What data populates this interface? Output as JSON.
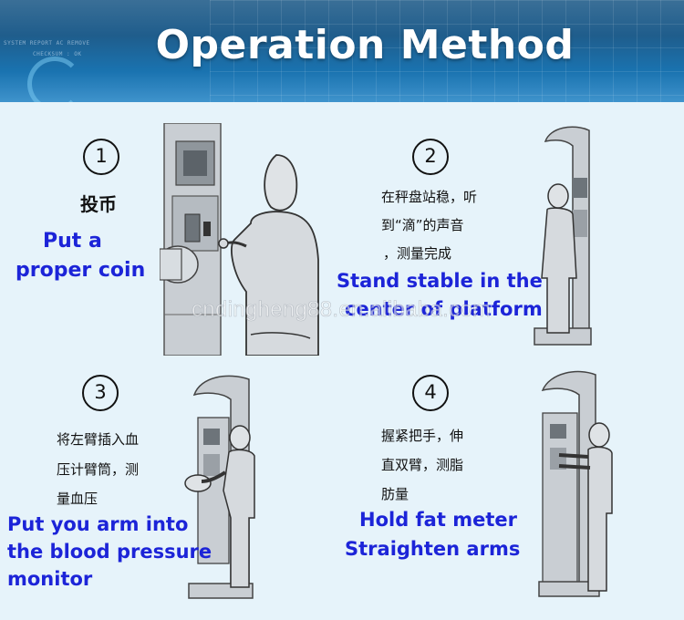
{
  "banner": {
    "title": "Operation Method",
    "deco_line1": "SYSTEM REPORT  AC  REMOVE",
    "deco_line2": "CHECKSUM : OK"
  },
  "steps": [
    {
      "number": "1",
      "cn_lines": [
        "投币"
      ],
      "en_lines": [
        "Put a",
        "proper coin"
      ]
    },
    {
      "number": "2",
      "cn_lines": [
        "在秤盘站稳，听",
        "到“滴”的声音",
        "，测量完成"
      ],
      "en_lines": [
        "Stand stable in the",
        "center of platform"
      ]
    },
    {
      "number": "3",
      "cn_lines": [
        "将左臂插入血",
        "压计臂筒，测",
        "量血压"
      ],
      "en_lines": [
        "Put you arm into",
        "the blood pressure",
        "monitor"
      ]
    },
    {
      "number": "4",
      "cn_lines": [
        "握紧把手，伸",
        "直双臂，测脂",
        "肪量"
      ],
      "en_lines": [
        "Hold fat meter",
        "Straighten arms"
      ]
    }
  ],
  "watermark": "cndingheng88.en.alibaba.com",
  "colors": {
    "banner": "#1f6aa5",
    "background": "#e6f3fa",
    "english_text": "#1c24d8"
  }
}
